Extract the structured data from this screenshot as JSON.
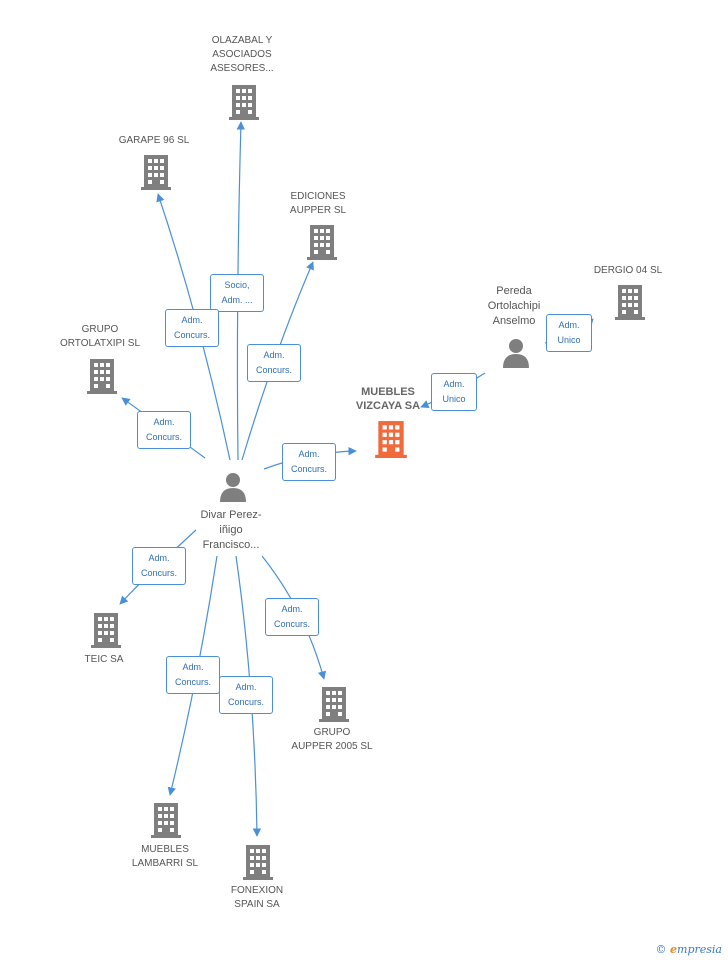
{
  "colors": {
    "edge": "#4a90d9",
    "building": "#7f7f7f",
    "building_main": "#f06a3c",
    "person": "#7f7f7f"
  },
  "nodes": [
    {
      "id": "olazabal",
      "kind": "company",
      "label": "OLAZABAL Y\nASOCIADOS\nASESORES..."
    },
    {
      "id": "garape",
      "kind": "company",
      "label": "GARAPE 96  SL"
    },
    {
      "id": "ediciones",
      "kind": "company",
      "label": "EDICIONES\nAUPPER SL"
    },
    {
      "id": "dergio",
      "kind": "company",
      "label": "DERGIO 04 SL"
    },
    {
      "id": "pereda",
      "kind": "person",
      "label": "Pereda\nOrtolachipi\nAnselmo"
    },
    {
      "id": "grupo_ortolaxtipi",
      "kind": "company",
      "label": "GRUPO\nORTOLATXIPI SL"
    },
    {
      "id": "muebles_vizcaya",
      "kind": "main",
      "label": "MUEBLES\nVIZCAYA SA"
    },
    {
      "id": "divar",
      "kind": "person",
      "label": "Divar Perez-\niñigo\nFrancisco..."
    },
    {
      "id": "teic",
      "kind": "company",
      "label": "TEIC SA"
    },
    {
      "id": "grupo_aupper",
      "kind": "company",
      "label": "GRUPO\nAUPPER 2005 SL"
    },
    {
      "id": "muebles_lambarri",
      "kind": "company",
      "label": "MUEBLES\nLAMBARRI SL"
    },
    {
      "id": "fonexion",
      "kind": "company",
      "label": "FONEXION\nSPAIN SA"
    }
  ],
  "edges": [
    {
      "id": "e_olazabal",
      "label": "Socio,\nAdm. ..."
    },
    {
      "id": "e_garape",
      "label": "Adm.\nConcurs."
    },
    {
      "id": "e_ediciones",
      "label": "Adm.\nConcurs."
    },
    {
      "id": "e_grupo_ortolaxtipi",
      "label": "Adm.\nConcurs."
    },
    {
      "id": "e_muebles_vizcaya",
      "label": "Adm.\nConcurs."
    },
    {
      "id": "e_dergio",
      "label": "Adm.\nUnico"
    },
    {
      "id": "e_pereda_vizcaya",
      "label": "Adm.\nUnico"
    },
    {
      "id": "e_teic",
      "label": "Adm.\nConcurs."
    },
    {
      "id": "e_grupo_aupper",
      "label": "Adm.\nConcurs."
    },
    {
      "id": "e_lambarri",
      "label": "Adm.\nConcurs."
    },
    {
      "id": "e_fonexion",
      "label": "Adm.\nConcurs."
    }
  ],
  "credit": {
    "symbol": "©",
    "brand_initial": "e",
    "brand_rest": "mpresia"
  }
}
